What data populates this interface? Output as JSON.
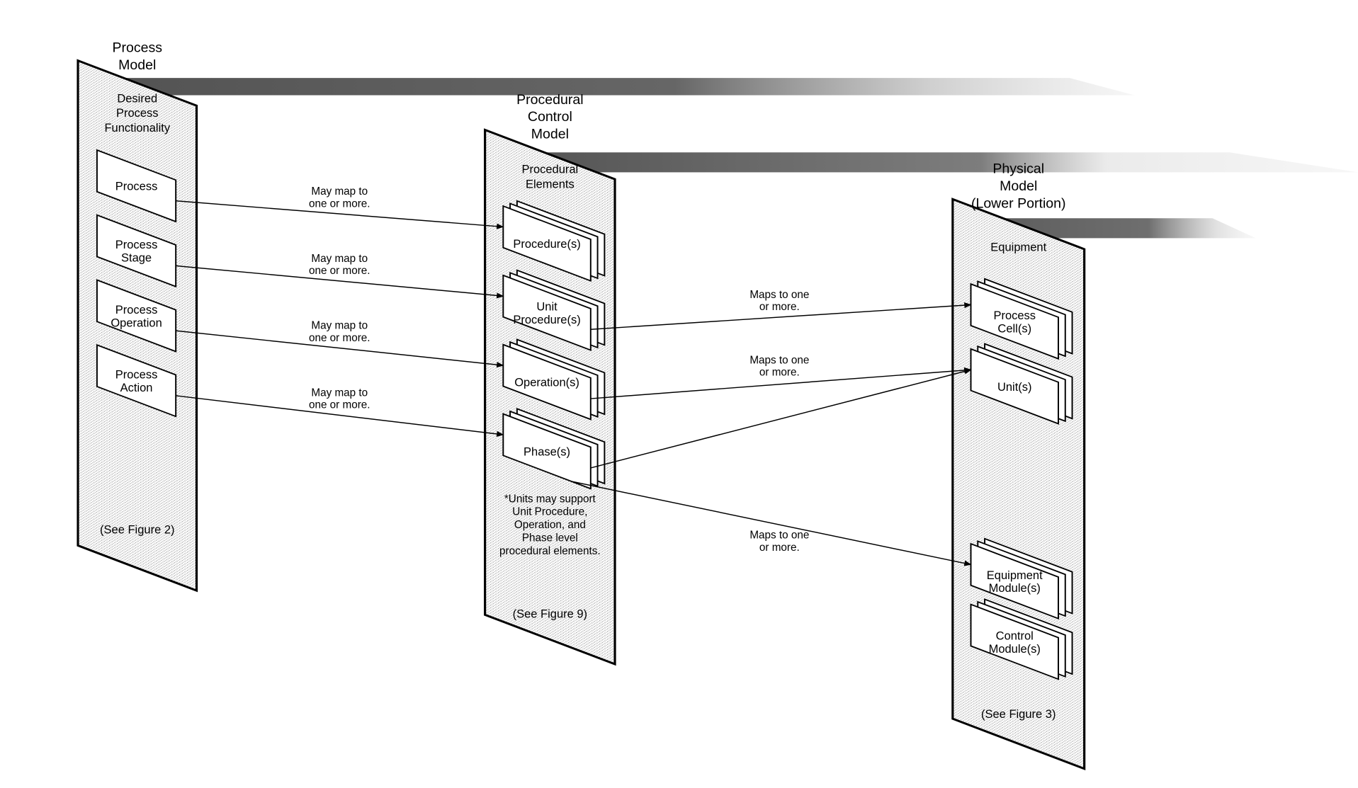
{
  "colors": {
    "line": "#000000",
    "panel_texture": "#9a9a9a",
    "box_fill": "#ffffff",
    "band_dark": "#4a4a4a",
    "band_light": "#eeeeee"
  },
  "process_model": {
    "title": [
      "Process",
      "Model"
    ],
    "subtitle": [
      "Desired",
      "Process",
      "Functionality"
    ],
    "boxes": [
      [
        "Process"
      ],
      [
        "Process",
        "Stage"
      ],
      [
        "Process",
        "Operation"
      ],
      [
        "Process",
        "Action"
      ]
    ],
    "footer": "(See Figure 2)",
    "map_label": [
      "May map to",
      "one or more."
    ]
  },
  "procedural_control_model": {
    "title": [
      "Procedural",
      "Control",
      "Model"
    ],
    "subtitle": [
      "Procedural",
      "Elements"
    ],
    "boxes": [
      [
        "Procedure(s)"
      ],
      [
        "Unit",
        "Procedure(s)"
      ],
      [
        "Operation(s)"
      ],
      [
        "Phase(s)"
      ]
    ],
    "footer": "(See Figure 9)",
    "map_label": [
      "Maps to one",
      "or more."
    ],
    "note": [
      "*Units may support",
      "Unit Procedure,",
      "Operation, and",
      "Phase level",
      "procedural elements."
    ]
  },
  "physical_model": {
    "title": [
      "Physical",
      "Model",
      "(Lower Portion)"
    ],
    "subtitle": [
      "Equipment"
    ],
    "boxes": [
      [
        "Process",
        "Cell(s)"
      ],
      [
        "Unit(s)"
      ],
      [
        "Equipment",
        "Module(s)"
      ],
      [
        "Control",
        "Module(s)"
      ]
    ],
    "footer": "(See Figure 3)"
  }
}
